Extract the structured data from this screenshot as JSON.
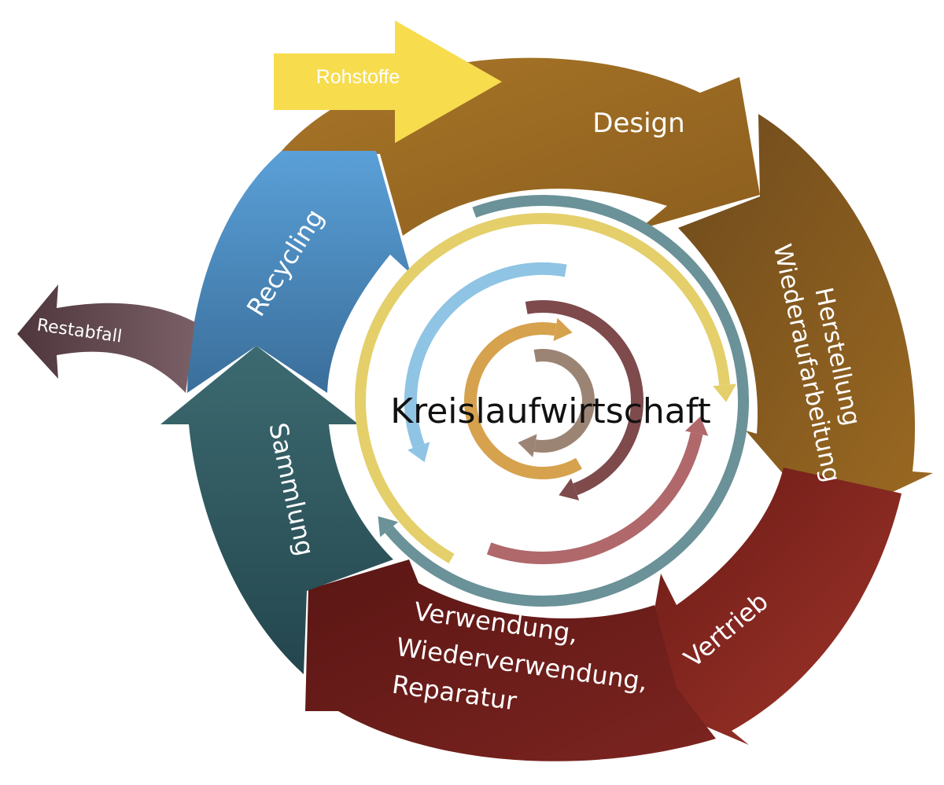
{
  "center": {
    "title": "Kreislaufwirtschaft"
  },
  "inputs": {
    "raw_materials": "Rohstoffe"
  },
  "outputs": {
    "residual_waste": "Restabfall"
  },
  "stages": {
    "design": "Design",
    "production": {
      "line1": "Herstellung",
      "line2": "Wiederaufarbeitung"
    },
    "distribution": "Vertrieb",
    "use": {
      "line1": "Verwendung,",
      "line2": "Wiederverwendung,",
      "line3": "Reparatur"
    },
    "collection": "Sammlung",
    "recycling": "Recycling"
  },
  "colors": {
    "design": "#9a6c22",
    "production": "#8a5c1c",
    "distribution": "#8a2a22",
    "use": "#6a1e1c",
    "collection": "#2f5a60",
    "recycling": "#4a8ecb",
    "raw_materials": "#f7dc4e",
    "residual_waste": "#5e4248",
    "inner_teal": "#6a9298",
    "inner_yellow": "#e4cf6a",
    "inner_rose": "#b0686a",
    "inner_blue": "#8fc4e4",
    "inner_brown": "#7e4a4c",
    "inner_orange": "#d6a24e",
    "inner_taupe": "#9c8474"
  }
}
